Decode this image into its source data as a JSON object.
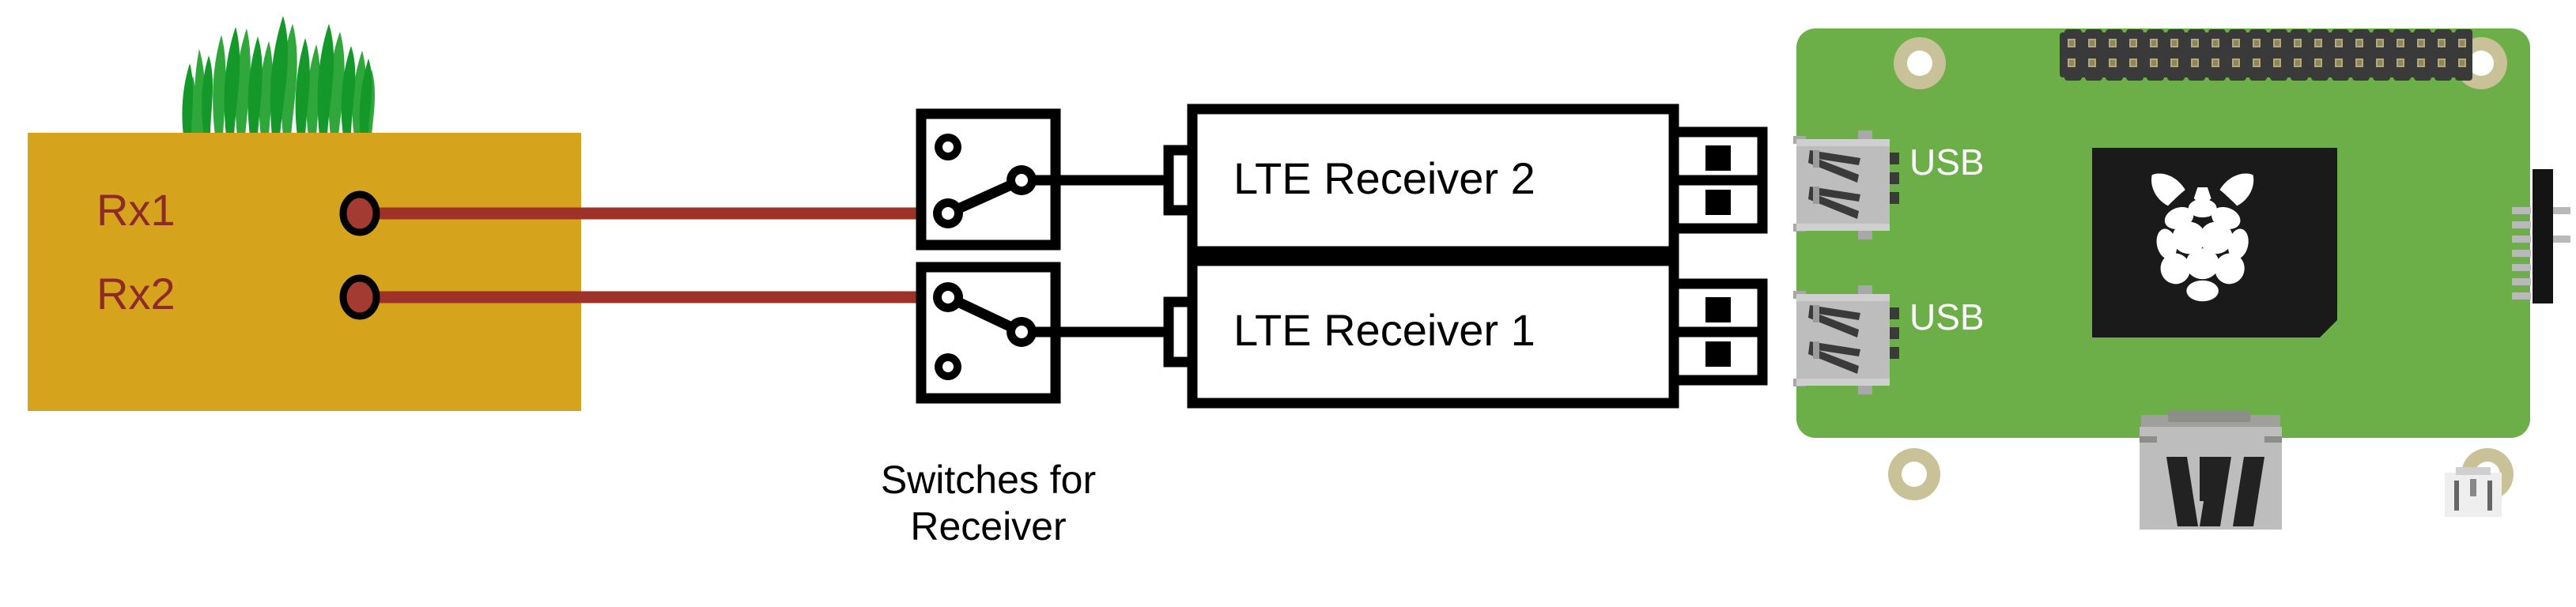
{
  "diagram": {
    "title": "LTE receiver switching diagram",
    "colors": {
      "soil": "#d6a41c",
      "grass_back": "#2fa73a",
      "grass_front": "#14982a",
      "wire": "#9e3229",
      "node_fill": "#a33b32",
      "node_stroke": "#000000",
      "pcb_green": "#6cae48",
      "pcb_pad": "#c9c197",
      "header_black": "#3a3a3a",
      "header_pin": "#b3a878",
      "soc_black": "#1a1a1a",
      "metal": "#bdbdbd",
      "metal_dark": "#3a3a3a",
      "outline": "#000000"
    },
    "soil": {
      "rx_ports": [
        {
          "label": "Rx1"
        },
        {
          "label": "Rx2"
        }
      ]
    },
    "switches": {
      "caption_line1": "Switches for",
      "caption_line2": "Receiver",
      "units": [
        {
          "name": "switch-upper",
          "state": "connected-to-lower-pole"
        },
        {
          "name": "switch-lower",
          "state": "connected-to-middle-pole"
        }
      ]
    },
    "receivers": [
      {
        "label": "LTE Receiver 2"
      },
      {
        "label": "LTE Receiver 1"
      }
    ],
    "board": {
      "name": "Raspberry Pi",
      "ports": [
        {
          "label": "USB"
        },
        {
          "label": "USB"
        }
      ],
      "components": [
        {
          "name": "gpio-header",
          "pins": 40
        },
        {
          "name": "soc-chip"
        },
        {
          "name": "ethernet-port"
        },
        {
          "name": "micro-usb-power-port"
        },
        {
          "name": "mounting-hole",
          "count": 4
        }
      ]
    }
  }
}
